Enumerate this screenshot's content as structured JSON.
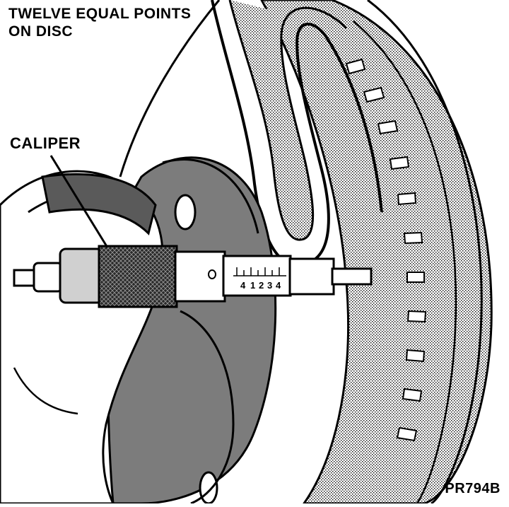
{
  "labels": {
    "title_line1": "TWELVE EQUAL POINTS",
    "title_line2": "ON DISC",
    "caliper": "CALIPER",
    "figure_code": "PR794B"
  },
  "scale_digits": [
    "4",
    "1",
    "2",
    "3",
    "4"
  ],
  "colors": {
    "ink": "#000000",
    "paper": "#ffffff",
    "shade": "#8a8a8a",
    "light_shade": "#c8c8c8"
  }
}
